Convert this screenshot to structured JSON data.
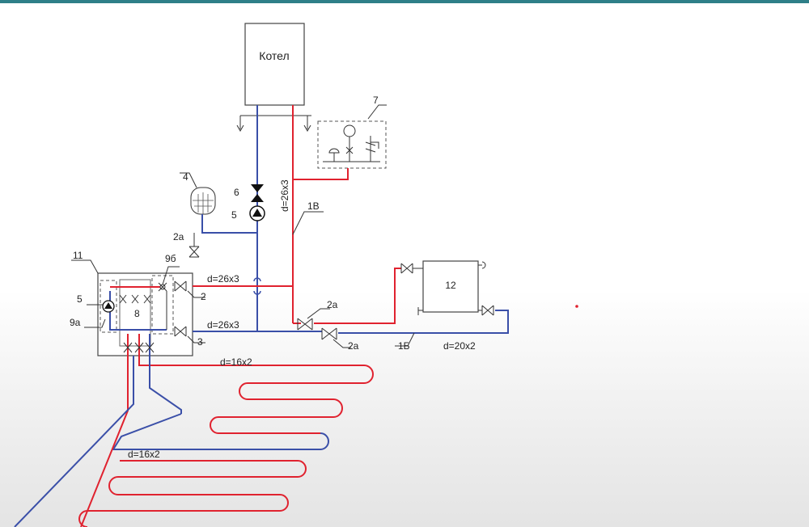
{
  "boiler": {
    "label": "Котел"
  },
  "labels": {
    "n4": "4",
    "n6": "6",
    "n5_pump": "5",
    "n7": "7",
    "n1v": "1В",
    "d_vertical": "d=26x3",
    "n2a_left": "2а",
    "n11": "11",
    "n9b": "9б",
    "d_supply": "d=26x3",
    "n2": "2",
    "n5_manifold": "5",
    "n8": "8",
    "n9a": "9а",
    "d_return": "d=26x3",
    "n3": "3",
    "n2a_upper": "2а",
    "n2a_lower": "2а",
    "n1b": "1Б",
    "d_radiator": "d=20x2",
    "n12": "12",
    "d_floor_top": "d=16x2",
    "d_floor_bottom": "d=16x2"
  },
  "colors": {
    "supply": "#e0222f",
    "return": "#3a4fa8",
    "accent_bar": "#2f7f88"
  }
}
